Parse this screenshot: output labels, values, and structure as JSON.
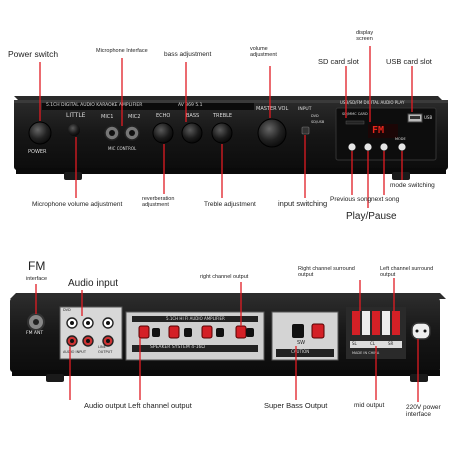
{
  "front_panel": {
    "labels": {
      "power_switch": "Power switch",
      "mic_interface": "Microphone Interface",
      "bass_adjustment": "bass adjustment",
      "volume_adjustment": "volume\nadjustment",
      "display_screen": "display\nscreen",
      "sd_card_slot": "SD card slot",
      "usb_card_slot": "USB card slot",
      "mic_volume_adjustment": "Microphone volume adjustment",
      "reverberation_adjustment": "reverberation\nadjustment",
      "treble_adjustment": "Treble adjustment",
      "input_switching": "input switching",
      "previous_song": "Previous song",
      "next_song": "next song",
      "mode_switching": "mode switching",
      "play_pause": "Play/Pause"
    },
    "device_text": {
      "model_strip": "5.1CH DIGITAL AUDIO KARAOKE AMPLIFIER",
      "model_strip_2": "AV 369 5.1",
      "little": "LITTLE",
      "power": "POWER",
      "mic1": "MIC1",
      "mic2": "MIC2",
      "mic_control": "MIC CONTROL",
      "echo": "ECHO",
      "bass": "BASS",
      "treble": "TREBLE",
      "master_vol": "MASTER VOL",
      "input": "INPUT",
      "input_dvd": "DVD",
      "input_sd": "SD/USB",
      "usb_play": "USB/SD/FM DIGITAL AUDIO PLAY",
      "usb": "USB",
      "sdmmc": "SD/MMC CARD",
      "display_value": "FM",
      "mode": "MODE"
    },
    "display_color": "#e8261c"
  },
  "rear_panel": {
    "labels": {
      "fm_title": "FM",
      "fm_interface": "interface",
      "audio_input": "Audio input",
      "right_channel_output": "right channel output",
      "right_channel_surround": "Right channel surround\noutput",
      "left_channel_surround": "Left channel surround\noutput",
      "audio_output": "Audio output",
      "left_channel_output": "Left channel output",
      "super_bass_output": "Super Bass Output",
      "mid_output": "mid output",
      "power_interface": "220V power\ninterface"
    },
    "device_text": {
      "fm_ant": "FM ANT",
      "model_strip": "5.1CH HI FI AUDIO AMPLIFIER",
      "speaker_system": "SPEAKER SYSTEM 4-16Ω",
      "sw": "SW",
      "caution": "CAUTION",
      "audio_input_tag": "AUDIO INPUT",
      "line_tag": "LINE",
      "output_tag": "OUTPUT",
      "dvd_tag": "DVD",
      "made_in": "MADE IN CHINA",
      "sl": "SL",
      "cl": "CL",
      "sr": "SR"
    }
  },
  "colors": {
    "leader_line": "#e01b22",
    "device_body": "#1a1a1a",
    "panel_text": "#d6d6d6",
    "red_terminal": "#d42026",
    "black_terminal": "#111111"
  }
}
